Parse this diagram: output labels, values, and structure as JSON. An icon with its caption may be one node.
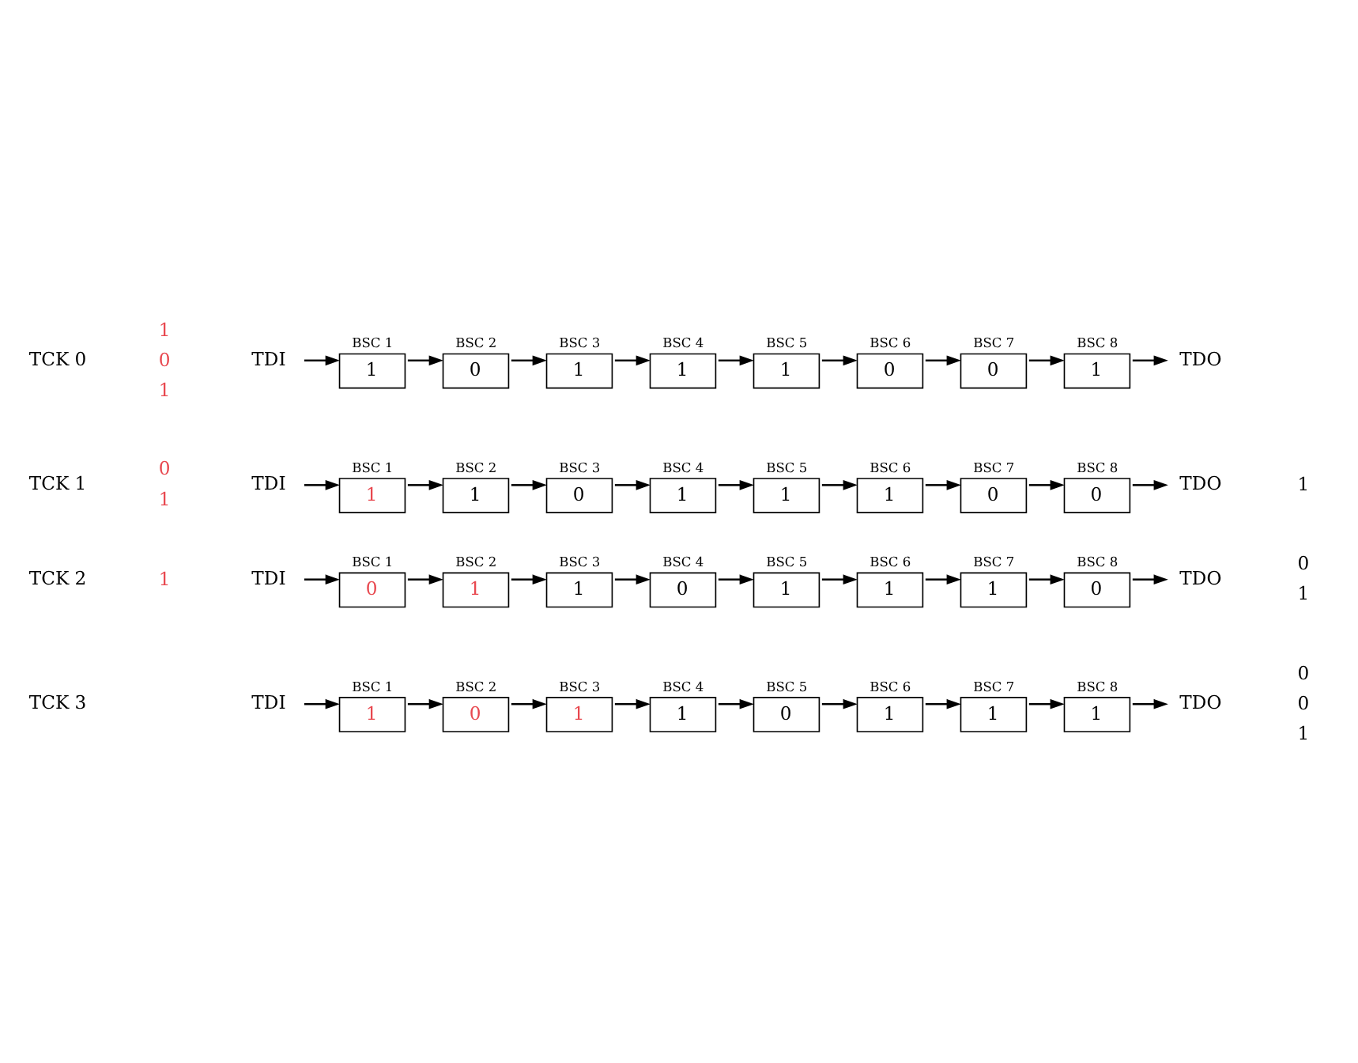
{
  "diagram": {
    "nodes": [
      {
        "text": [
          "TDI"
        ]
      },
      {
        "text": [
          "1"
        ],
        "beside": [
          "BSC 1"
        ]
      },
      {
        "text": [
          "0"
        ],
        "beside": [
          "BSC 2"
        ]
      },
      {
        "text": [
          "1"
        ],
        "beside": [
          "BSC 3"
        ]
      },
      {
        "text": [
          "1"
        ],
        "beside": [
          "BSC 4"
        ]
      },
      {
        "text": [
          "1"
        ],
        "beside": [
          "BSC 5"
        ]
      },
      {
        "text": [
          "0"
        ],
        "beside": [
          "BSC 6"
        ]
      },
      {
        "text": [
          "0"
        ],
        "beside": [
          "BSC 7"
        ]
      },
      {
        "text": [
          "1"
        ],
        "beside": [
          "BSC 8"
        ]
      },
      {
        "text": [
          "TDO"
        ]
      },
      {
        "text": [
          "TDI"
        ]
      },
      {
        "text": [
          "1"
        ],
        "beside": [
          "BSC 1"
        ]
      },
      {
        "text": [
          "1"
        ],
        "beside": [
          "BSC 2"
        ]
      },
      {
        "text": [
          "0"
        ],
        "beside": [
          "BSC 3"
        ]
      },
      {
        "text": [
          "1"
        ],
        "beside": [
          "BSC 4"
        ]
      },
      {
        "text": [
          "1"
        ],
        "beside": [
          "BSC 5"
        ]
      },
      {
        "text": [
          "1"
        ],
        "beside": [
          "BSC 6"
        ]
      },
      {
        "text": [
          "0"
        ],
        "beside": [
          "BSC 7"
        ]
      },
      {
        "text": [
          "0"
        ],
        "beside": [
          "BSC 8"
        ]
      },
      {
        "text": [
          "TDO"
        ]
      },
      {
        "text": [
          "TDI"
        ]
      },
      {
        "text": [
          "0"
        ],
        "beside": [
          "BSC 1"
        ]
      },
      {
        "text": [
          "1"
        ],
        "beside": [
          "BSC 2"
        ]
      },
      {
        "text": [
          "1"
        ],
        "beside": [
          "BSC 3"
        ]
      },
      {
        "text": [
          "0"
        ],
        "beside": [
          "BSC 4"
        ]
      },
      {
        "text": [
          "1"
        ],
        "beside": [
          "BSC 5"
        ]
      },
      {
        "text": [
          "1"
        ],
        "beside": [
          "BSC 6"
        ]
      },
      {
        "text": [
          "1"
        ],
        "beside": [
          "BSC 7"
        ]
      },
      {
        "text": [
          "0"
        ],
        "beside": [
          "BSC 8"
        ]
      },
      {
        "text": [
          "TDO"
        ]
      },
      {
        "text": [
          "TDI"
        ]
      },
      {
        "text": [
          "1"
        ],
        "beside": [
          "BSC 1"
        ]
      },
      {
        "text": [
          "0"
        ],
        "beside": [
          "BSC 2"
        ]
      },
      {
        "text": [
          "1"
        ],
        "beside": [
          "BSC 3"
        ]
      },
      {
        "text": [
          "1"
        ],
        "beside": [
          "BSC 4"
        ]
      },
      {
        "text": [
          "0"
        ],
        "beside": [
          "BSC 5"
        ]
      },
      {
        "text": [
          "1"
        ],
        "beside": [
          "BSC 6"
        ]
      },
      {
        "text": [
          "1"
        ],
        "beside": [
          "BSC 7"
        ]
      },
      {
        "text": [
          "1"
        ],
        "beside": [
          "BSC 8"
        ]
      },
      {
        "text": [
          "TDO"
        ]
      }
    ],
    "edges": [
      {
        "from": 0,
        "to": 1,
        "arrow": "to"
      },
      {
        "from": 1,
        "to": 2,
        "arrow": "to"
      },
      {
        "from": 2,
        "to": 3,
        "arrow": "to"
      },
      {
        "from": 3,
        "to": 4,
        "arrow": "to"
      },
      {
        "from": 4,
        "to": 5,
        "arrow": "to"
      },
      {
        "from": 5,
        "to": 6,
        "arrow": "to"
      },
      {
        "from": 6,
        "to": 7,
        "arrow": "to"
      },
      {
        "from": 7,
        "to": 8,
        "arrow": "to"
      },
      {
        "from": 8,
        "to": 9,
        "arrow": "to"
      },
      {
        "from": 10,
        "to": 11,
        "arrow": "to"
      },
      {
        "from": 11,
        "to": 12,
        "arrow": "to"
      },
      {
        "from": 12,
        "to": 13,
        "arrow": "to"
      },
      {
        "from": 13,
        "to": 14,
        "arrow": "to"
      },
      {
        "from": 14,
        "to": 15,
        "arrow": "to"
      },
      {
        "from": 15,
        "to": 16,
        "arrow": "to"
      },
      {
        "from": 16,
        "to": 17,
        "arrow": "to"
      },
      {
        "from": 17,
        "to": 18,
        "arrow": "to"
      },
      {
        "from": 18,
        "to": 19,
        "arrow": "to"
      },
      {
        "from": 20,
        "to": 21,
        "arrow": "to"
      },
      {
        "from": 21,
        "to": 22,
        "arrow": "to"
      },
      {
        "from": 22,
        "to": 23,
        "arrow": "to"
      },
      {
        "from": 23,
        "to": 24,
        "arrow": "to"
      },
      {
        "from": 24,
        "to": 25,
        "arrow": "to"
      },
      {
        "from": 25,
        "to": 26,
        "arrow": "to"
      },
      {
        "from": 26,
        "to": 27,
        "arrow": "to"
      },
      {
        "from": 27,
        "to": 28,
        "arrow": "to"
      },
      {
        "from": 28,
        "to": 29,
        "arrow": "to"
      },
      {
        "from": 30,
        "to": 31,
        "arrow": "to"
      },
      {
        "from": 31,
        "to": 32,
        "arrow": "to"
      },
      {
        "from": 32,
        "to": 33,
        "arrow": "to"
      },
      {
        "from": 33,
        "to": 34,
        "arrow": "to"
      },
      {
        "from": 34,
        "to": 35,
        "arrow": "to"
      },
      {
        "from": 35,
        "to": 36,
        "arrow": "to"
      },
      {
        "from": 36,
        "to": 37,
        "arrow": "to"
      },
      {
        "from": 37,
        "to": 38,
        "arrow": "to"
      },
      {
        "from": 38,
        "to": 39,
        "arrow": "to"
      }
    ],
    "labels": [
      "TCK 0",
      "1",
      "0",
      "1",
      "TCK 1",
      "0",
      "1",
      "1",
      "TCK 2",
      "1",
      "0",
      "1",
      "TCK 3",
      "0",
      "0",
      "1"
    ]
  }
}
